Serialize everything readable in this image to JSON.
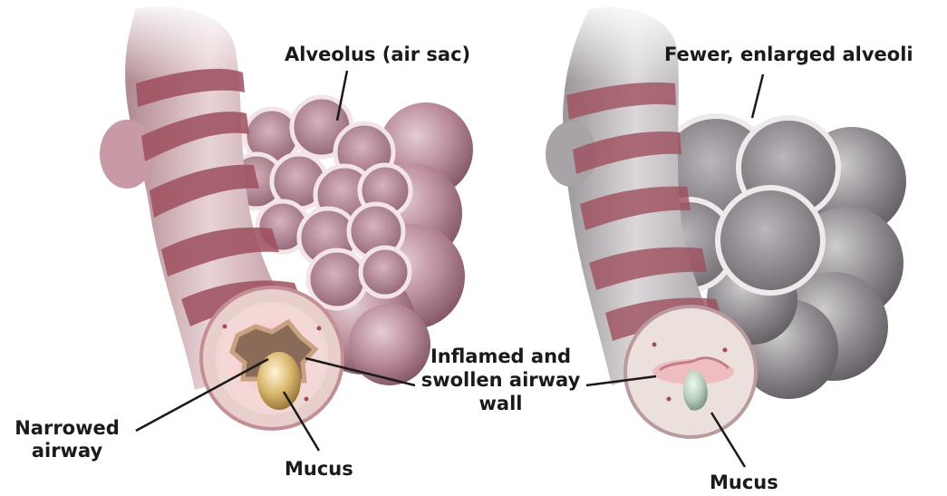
{
  "left_panel": {
    "alveolus_label": "Alveolus (air sac)",
    "narrowed_line1": "Narrowed",
    "narrowed_line2": "airway",
    "mucus_label": "Mucus"
  },
  "center": {
    "inflamed_line1": "Inflamed and",
    "inflamed_line2": "swollen airway",
    "inflamed_line3": "wall"
  },
  "right_panel": {
    "alveoli_label": "Fewer, enlarged alveoli",
    "mucus_label": "Mucus"
  },
  "colors": {
    "healthy_tissue": "#b98a96",
    "muscle_band": "#9e4f5e",
    "emphysema_tissue": "#8e8a8e",
    "mucus_left": "#d6b56e",
    "mucus_right": "#bcd2c0",
    "inflamed_wall": "#f1b3b8",
    "leader_line": "#1a1a1a"
  }
}
